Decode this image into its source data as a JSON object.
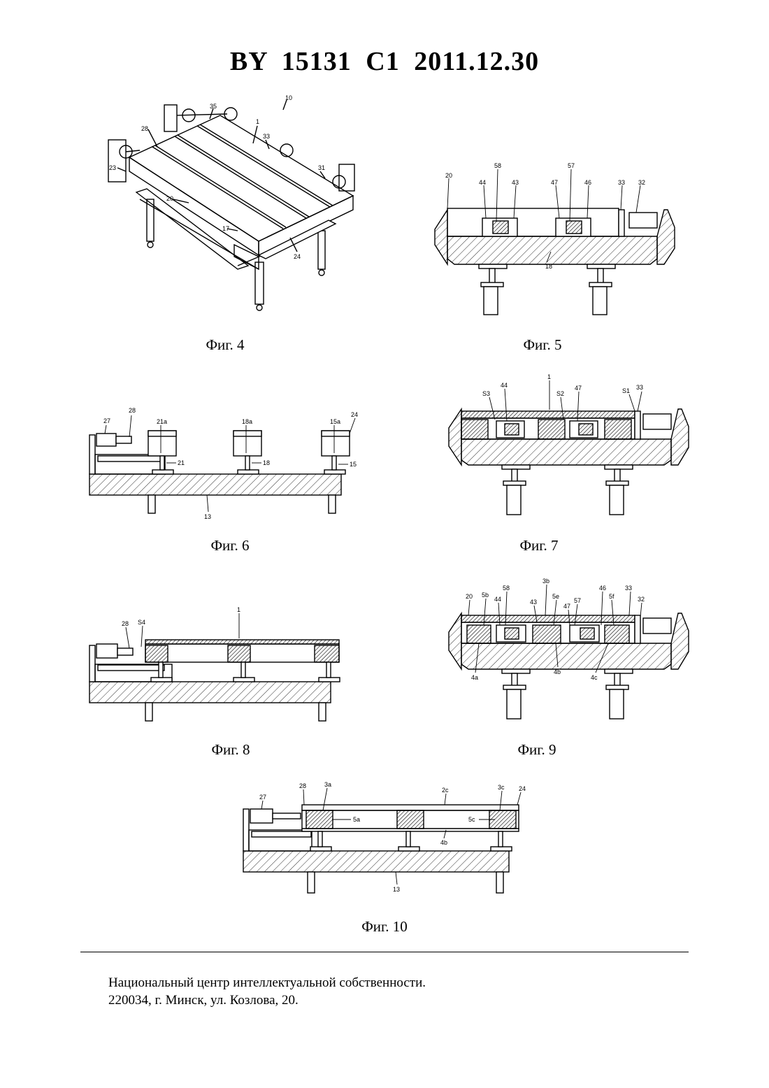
{
  "header": {
    "title": "BY  15131  C1  2011.12.30"
  },
  "figures": [
    {
      "caption": "Фиг. 4",
      "labels": [
        "10",
        "35",
        "1",
        "33",
        "28",
        "31",
        "23",
        "20",
        "17",
        "24"
      ]
    },
    {
      "caption": "Фиг. 5",
      "labels": [
        "20",
        "58",
        "57",
        "44",
        "43",
        "47",
        "46",
        "33",
        "32",
        "18"
      ]
    },
    {
      "caption": "Фиг. 6",
      "labels": [
        "27",
        "28",
        "21a",
        "18a",
        "15a",
        "24",
        "21",
        "18",
        "15",
        "13"
      ]
    },
    {
      "caption": "Фиг. 7",
      "labels": [
        "1",
        "S3",
        "44",
        "47",
        "S2",
        "S1",
        "33"
      ]
    },
    {
      "caption": "Фиг. 8",
      "labels": [
        "1",
        "28",
        "S4"
      ]
    },
    {
      "caption": "Фиг. 9",
      "labels": [
        "3b",
        "58",
        "46",
        "20",
        "5b",
        "44",
        "43",
        "5e",
        "57",
        "5f",
        "33",
        "47",
        "32",
        "4a",
        "4b",
        "4c"
      ]
    },
    {
      "caption": "Фиг. 10",
      "labels": [
        "27",
        "28",
        "3a",
        "2c",
        "3c",
        "24",
        "5a",
        "5c",
        "4b",
        "13"
      ]
    }
  ],
  "footer": {
    "line1": "Национальный центр интеллектуальной собственности.",
    "line2": "220034, г. Минск, ул. Козлова, 20."
  }
}
